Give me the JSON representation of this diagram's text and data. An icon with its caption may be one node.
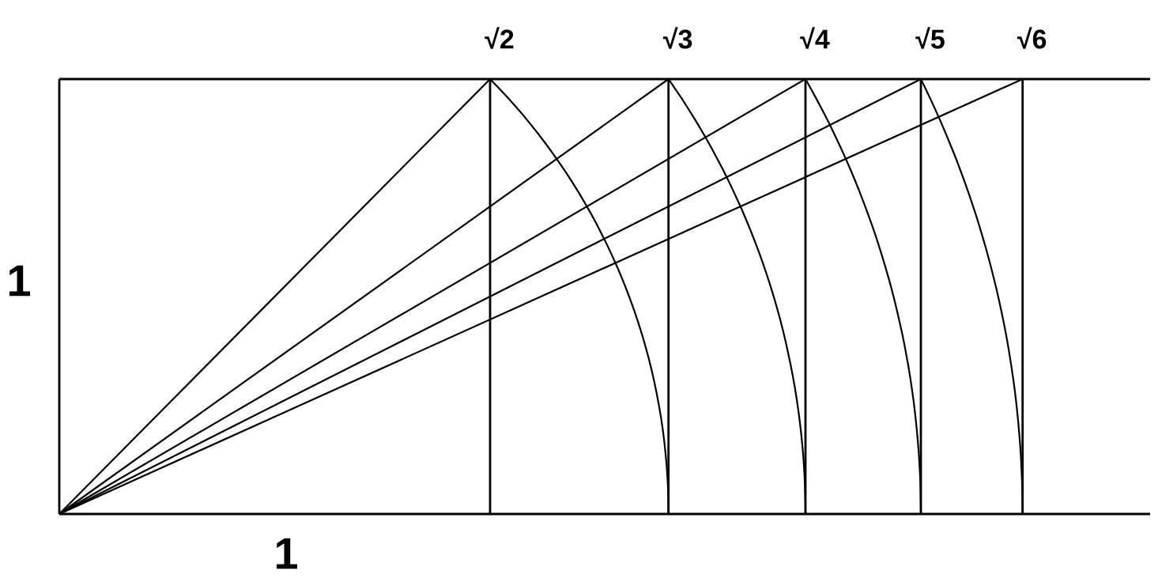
{
  "diagram": {
    "labels": [
      "√2",
      "√3",
      "√4",
      "√5",
      "√6",
      "1",
      "1"
    ]
  }
}
